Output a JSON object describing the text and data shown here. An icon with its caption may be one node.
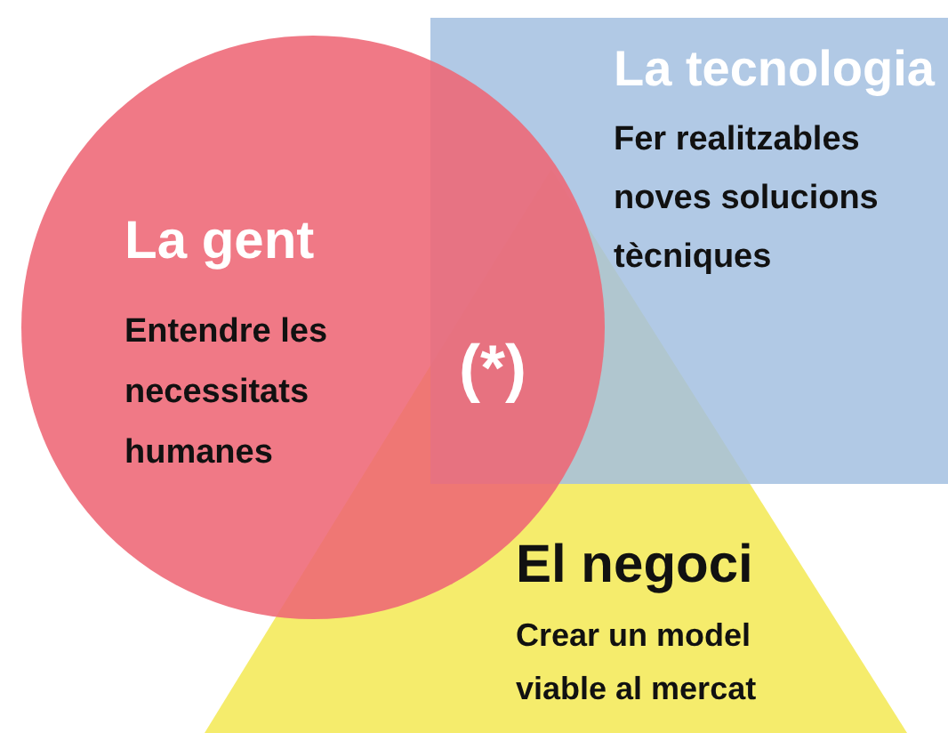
{
  "diagram": {
    "nodes": [
      {
        "text": [
          "La gent",
          "Entendre les necessitats humanes"
        ]
      },
      {
        "text": [
          "La tecnologia",
          "Fer realitzables noves solucions tècniques"
        ]
      },
      {
        "text": [
          "El negoci",
          "Crear un model viable al mercat"
        ]
      }
    ],
    "labels": [
      "(*)"
    ]
  }
}
